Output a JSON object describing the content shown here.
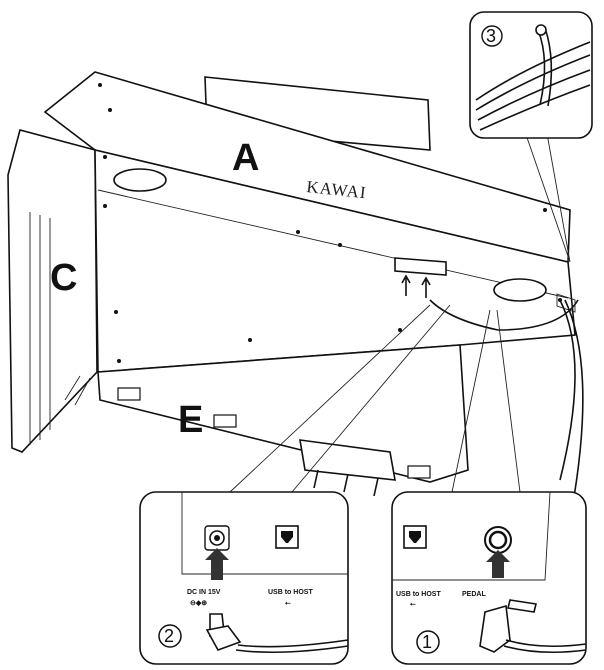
{
  "labels": {
    "part_a": "A",
    "part_c": "C",
    "part_e": "E",
    "brand": "KAWAI"
  },
  "callouts": {
    "step1_number": "1",
    "step2_number": "2",
    "step3_number": "3",
    "dc_in_label": "DC IN 15V",
    "usb_host_label_left": "USB to HOST",
    "usb_host_label_right": "USB to HOST",
    "pedal_label": "PEDAL"
  }
}
